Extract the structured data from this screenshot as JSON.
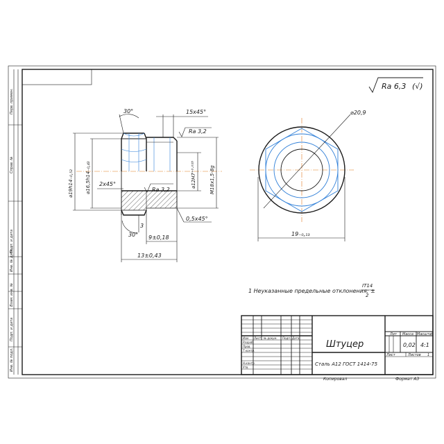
{
  "roughness": {
    "main": "Ra 6,3",
    "other": "(√)",
    "ra32": "Ra 3,2"
  },
  "section": {
    "angle_top": "30°",
    "chamfer_top": "15x45°",
    "chamfer_left": "2x45°",
    "chamfer_bottom": "0,5x45°",
    "angle_bottom": "30°",
    "dim_3": "3",
    "dim_9": "9±0,18",
    "dim_13": "13±0,43",
    "dia_19": "⌀19h14₋₀,₅₂",
    "dia_16": "⌀16,5h14₋₀,₄₃",
    "dia_12": "⌀12H7⁺⁰·⁰¹⁸",
    "thread": "M18x1,5-8g"
  },
  "hex_view": {
    "dia": "⌀20,9",
    "across_flats": "19₋₀,₁₃"
  },
  "note": {
    "text": "1 Неуказанные предельные отклонения: ±",
    "fraction_num": "IT14",
    "fraction_den": "2"
  },
  "title_block": {
    "part_name": "Штуцер",
    "material": "Сталь А12 ГОСТ 1414-75",
    "col_lit": "Лит",
    "col_mass": "Масса",
    "col_scale": "Масштаб",
    "mass": "0,02",
    "scale": "4:1",
    "sheet_label": "Лист",
    "sheets_label": "Листов",
    "sheets": "1",
    "change_cols": [
      "Изм",
      "Лист",
      "№ докум.",
      "Подп.",
      "Дата"
    ],
    "role_rows": [
      "Разраб.",
      "Пров.",
      "Т.контр.",
      "",
      "Н.контр.",
      "Утв."
    ],
    "copied": "Копировал",
    "format": "Формат А3"
  },
  "side_stamps": [
    "Перв. примен.",
    "Справ. №",
    "Подп. и дата",
    "Инв. № дубл.",
    "Взам. инв. №",
    "Подп. и дата",
    "Инв. № подл."
  ]
}
